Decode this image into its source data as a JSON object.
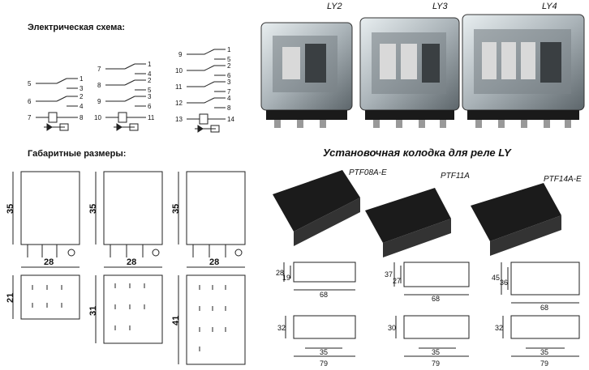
{
  "headings": {
    "schematic": "Электрическая схема:",
    "dimensions": "Габаритные размеры:",
    "socket": "Установочная колодка для реле LY"
  },
  "relays": [
    "LY2",
    "LY3",
    "LY4"
  ],
  "sockets": [
    "PTF08A-E",
    "PTF11A",
    "PTF14A-E"
  ],
  "schematics": [
    {
      "pins_left": [
        "5",
        "6",
        "7"
      ],
      "pins_right": [
        "1",
        "3",
        "2",
        "4",
        "8"
      ]
    },
    {
      "pins_left": [
        "7",
        "8",
        "9",
        "10"
      ],
      "pins_right": [
        "1",
        "4",
        "2",
        "5",
        "3",
        "6",
        "11"
      ]
    },
    {
      "pins_left": [
        "9",
        "10",
        "11",
        "12",
        "13"
      ],
      "pins_right": [
        "1",
        "5",
        "2",
        "6",
        "3",
        "7",
        "4",
        "8",
        "14"
      ]
    }
  ],
  "relay_dims": [
    {
      "height": "35",
      "width": "28",
      "depth": "21"
    },
    {
      "height": "35",
      "width": "28",
      "depth": "31"
    },
    {
      "height": "35",
      "width": "28",
      "depth": "41"
    }
  ],
  "socket_dims": [
    {
      "w1": "28",
      "w2": "19",
      "len": "68",
      "h": "32",
      "a": "35",
      "b": "79"
    },
    {
      "w1": "37",
      "w2": "27",
      "len": "68",
      "h": "30",
      "a": "35",
      "b": "79"
    },
    {
      "w1": "45",
      "w2": "36",
      "len": "68",
      "h": "32",
      "a": "35",
      "b": "79"
    }
  ]
}
